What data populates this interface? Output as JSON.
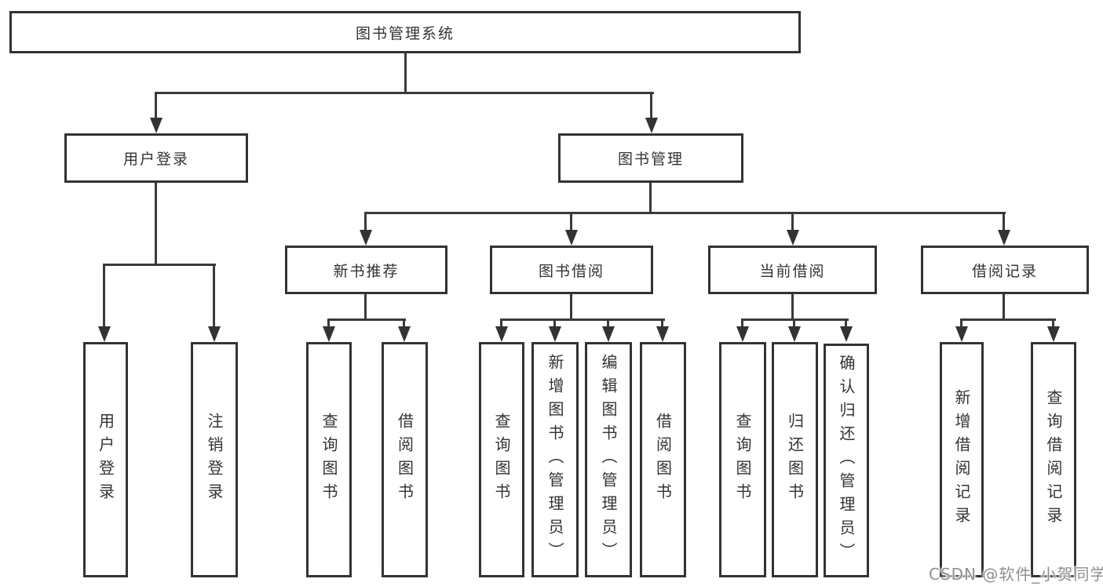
{
  "tree": {
    "label": "图书管理系统",
    "children": [
      {
        "label": "用户登录",
        "children": [
          {
            "label": "用户登录"
          },
          {
            "label": "注销登录"
          }
        ]
      },
      {
        "label": "图书管理",
        "children": [
          {
            "label": "新书推荐",
            "children": [
              {
                "label": "查询图书"
              },
              {
                "label": "借阅图书"
              }
            ]
          },
          {
            "label": "图书借阅",
            "children": [
              {
                "label": "查询图书"
              },
              {
                "label": "新增图书（管理员）"
              },
              {
                "label": "编辑图书（管理员）"
              },
              {
                "label": "借阅图书"
              }
            ]
          },
          {
            "label": "当前借阅",
            "children": [
              {
                "label": "查询图书"
              },
              {
                "label": "归还图书"
              },
              {
                "label": "确认归还（管理员）"
              }
            ]
          },
          {
            "label": "借阅记录",
            "children": [
              {
                "label": "新增借阅记录"
              },
              {
                "label": "查询借阅记录"
              }
            ]
          }
        ]
      }
    ]
  },
  "watermark": {
    "text": "CSDN @软件_小贺同学"
  },
  "colors": {
    "box_border": "#333333",
    "connector_line": "#3a3a3a",
    "text": "#333333",
    "background": "#ffffff",
    "watermark_text": "#8f8f8f"
  }
}
